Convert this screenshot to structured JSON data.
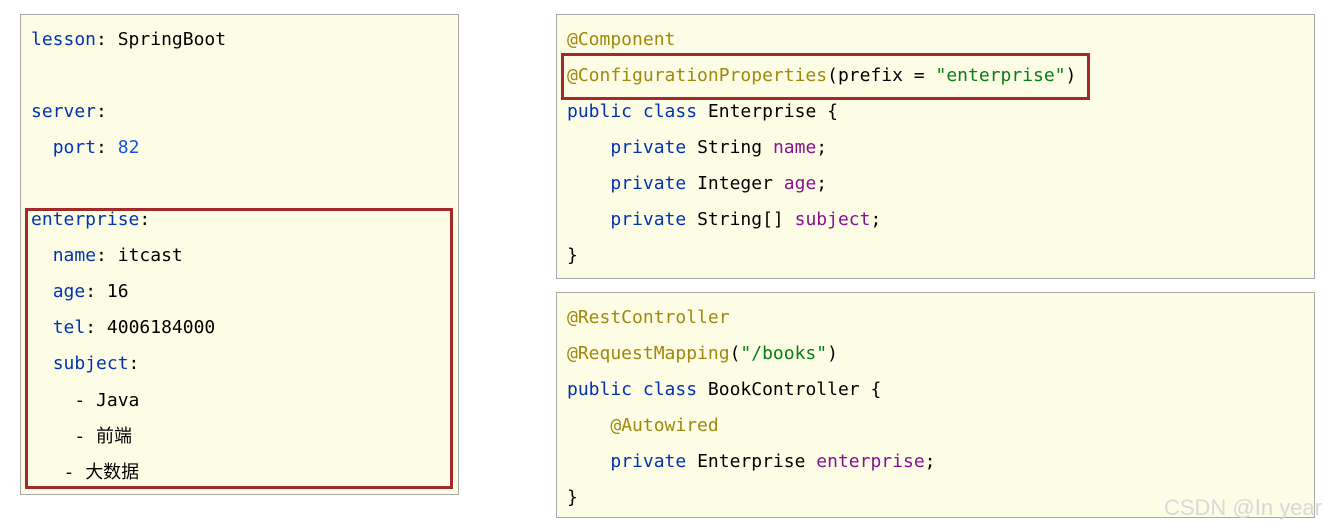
{
  "yaml": {
    "lesson_key": "lesson",
    "lesson_value": "SpringBoot",
    "server_key": "server",
    "port_key": "port",
    "port_value": "82",
    "enterprise_key": "enterprise",
    "name_key": "name",
    "name_value": "itcast",
    "age_key": "age",
    "age_value": "16",
    "tel_key": "tel",
    "tel_value": "4006184000",
    "subject_key": "subject",
    "subject_items": [
      "Java",
      "前端",
      "大数据"
    ]
  },
  "enterprise_class": {
    "annotation_component": "@Component",
    "annotation_config": "@ConfigurationProperties",
    "prefix_param": "prefix",
    "prefix_value": "\"enterprise\"",
    "kw_public": "public",
    "kw_class": "class",
    "class_name": "Enterprise",
    "kw_private": "private",
    "fields": [
      {
        "type": "String",
        "name": "name"
      },
      {
        "type": "Integer",
        "name": "age"
      },
      {
        "type": "String[]",
        "name": "subject"
      }
    ]
  },
  "controller_class": {
    "annotation_rest": "@RestController",
    "annotation_mapping": "@RequestMapping",
    "mapping_value": "\"/books\"",
    "class_name": "BookController",
    "annotation_autowired": "@Autowired",
    "field_type": "Enterprise",
    "field_name": "enterprise"
  },
  "watermark": "CSDN @In year",
  "colors": {
    "keyword": "#0033b3",
    "annotation": "#9e880d",
    "string": "#067d17",
    "field": "#871094",
    "number": "#1750eb",
    "highlight": "#a32a2a",
    "panel_bg": "#fdfde6"
  }
}
